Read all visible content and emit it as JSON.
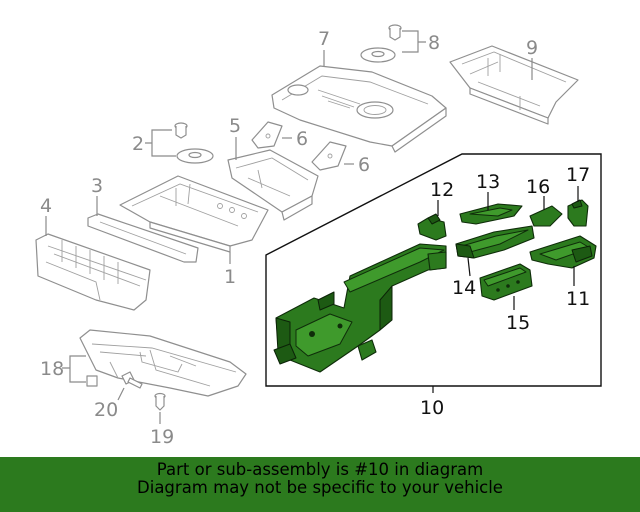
{
  "callouts": {
    "c1": "1",
    "c2": "2",
    "c3": "3",
    "c4": "4",
    "c5": "5",
    "c6a": "6",
    "c6b": "6",
    "c7": "7",
    "c8": "8",
    "c9": "9",
    "c10": "10",
    "c11": "11",
    "c12": "12",
    "c13": "13",
    "c14": "14",
    "c15": "15",
    "c16": "16",
    "c17": "17",
    "c18": "18",
    "c19": "19",
    "c20": "20"
  },
  "highlight_color": "#2c7a1e",
  "banner": {
    "line1": "Part or sub-assembly is #10 in diagram",
    "line2": "Diagram may not be specific to your vehicle"
  }
}
